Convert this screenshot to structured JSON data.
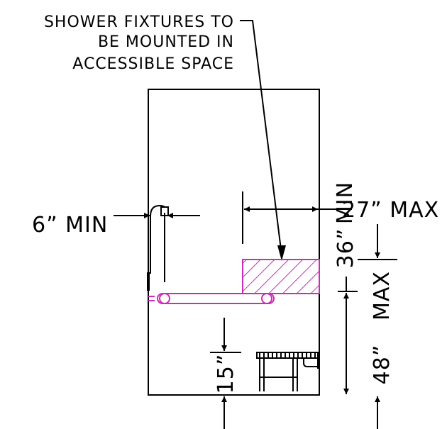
{
  "note": {
    "lines": [
      "SHOWER FIXTURES TO",
      "BE MOUNTED IN",
      "ACCESSIBLE SPACE"
    ]
  },
  "dimensions": {
    "six_min": "6” MIN",
    "twentyseven_max": "27” MAX",
    "min_vertical": "MIN",
    "thirtysix": "36”",
    "max_vertical": "MAX",
    "fortyeight": "48”",
    "fifteen": "15”"
  },
  "colors": {
    "linework": "#000000",
    "accessible_zone": "#cc2bb5"
  }
}
